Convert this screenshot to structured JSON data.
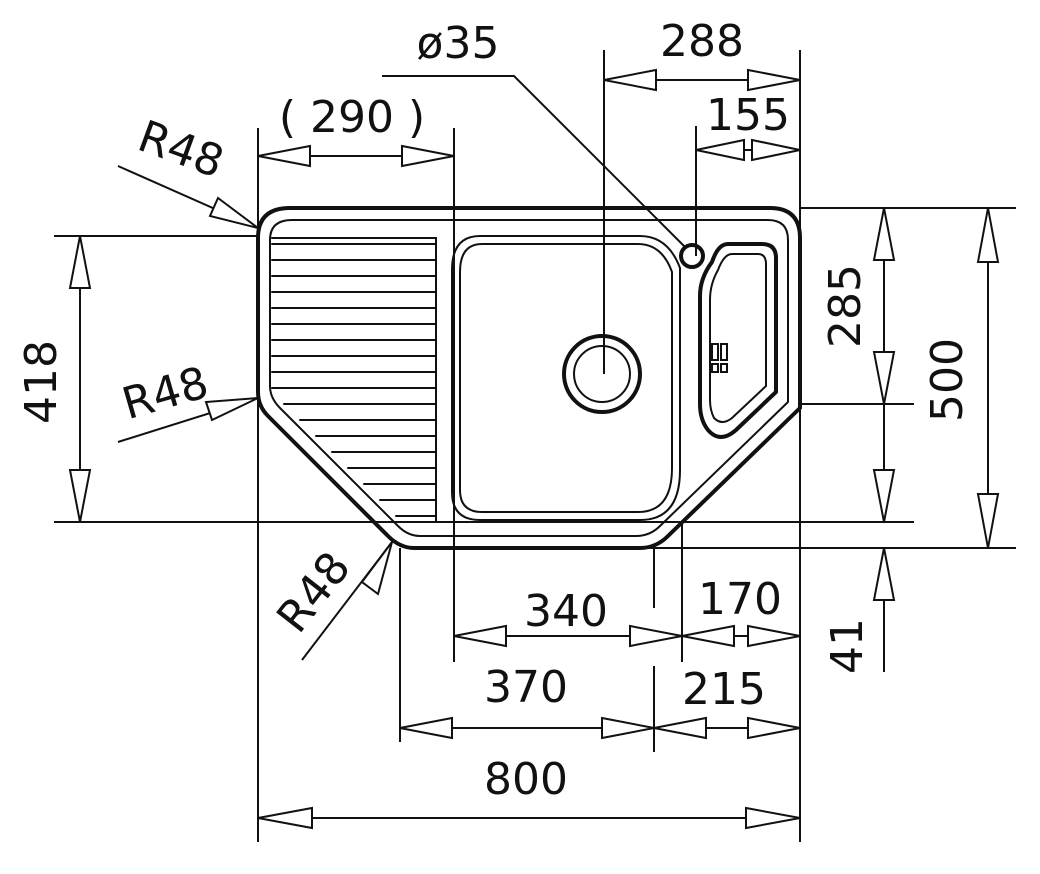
{
  "dimensions": {
    "d_drain": "ø35",
    "w_288": "288",
    "w_155": "155",
    "w_290": "( 290 )",
    "r_top": "R48",
    "r_left": "R48",
    "r_bottom": "R48",
    "h_418": "418",
    "h_285": "285",
    "h_500": "500",
    "w_340": "340",
    "w_170": "170",
    "w_370": "370",
    "w_215": "215",
    "w_800": "800",
    "h_41": "41"
  }
}
